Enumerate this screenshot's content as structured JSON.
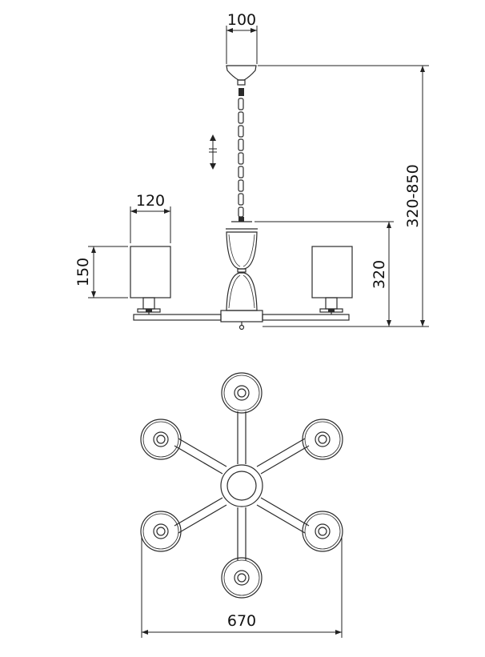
{
  "dimensions": {
    "canopy_width": "100",
    "shade_width": "120",
    "shade_height": "150",
    "body_height": "320",
    "total_height": "320-850",
    "overall_diameter": "670"
  },
  "icons": {
    "chain_adjust": "vertical-adjust-arrow-icon"
  }
}
